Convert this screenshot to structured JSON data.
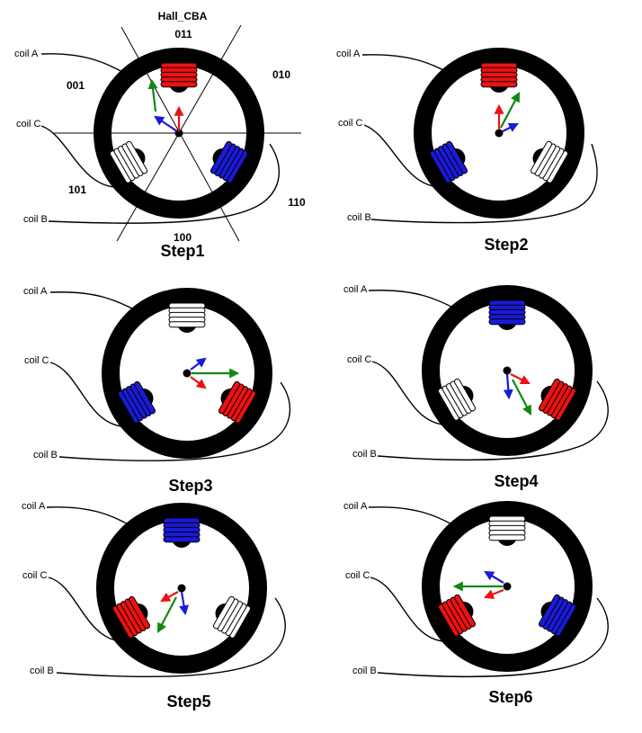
{
  "colors": {
    "energized_plus": "#ee1111",
    "energized_minus": "#1a1ad8",
    "idle": "#ffffff",
    "rotor_green": "#118811",
    "ring": "#000000"
  },
  "hall": {
    "title": "Hall_CBA",
    "codes": [
      "011",
      "010",
      "110",
      "100",
      "101",
      "001"
    ]
  },
  "steps": [
    {
      "title": "Step1",
      "labels": {
        "a": "coil A",
        "b": "coil B",
        "c": "coil C"
      },
      "coils": {
        "a": "red",
        "b": "blue",
        "c": "white"
      }
    },
    {
      "title": "Step2",
      "labels": {
        "a": "coil A",
        "b": "coil B",
        "c": "coil C"
      },
      "coils": {
        "a": "red",
        "b": "white",
        "c": "blue"
      }
    },
    {
      "title": "Step3",
      "labels": {
        "a": "coil A",
        "b": "coil B",
        "c": "coil C"
      },
      "coils": {
        "a": "white",
        "b": "red",
        "c": "blue"
      }
    },
    {
      "title": "Step4",
      "labels": {
        "a": "coil A",
        "b": "coil B",
        "c": "coil C"
      },
      "coils": {
        "a": "blue",
        "b": "red",
        "c": "white"
      }
    },
    {
      "title": "Step5",
      "labels": {
        "a": "coil A",
        "b": "coil B",
        "c": "coil C"
      },
      "coils": {
        "a": "blue",
        "b": "white",
        "c": "red"
      }
    },
    {
      "title": "Step6",
      "labels": {
        "a": "coil A",
        "b": "coil B",
        "c": "coil C"
      },
      "coils": {
        "a": "white",
        "b": "blue",
        "c": "red"
      }
    }
  ]
}
